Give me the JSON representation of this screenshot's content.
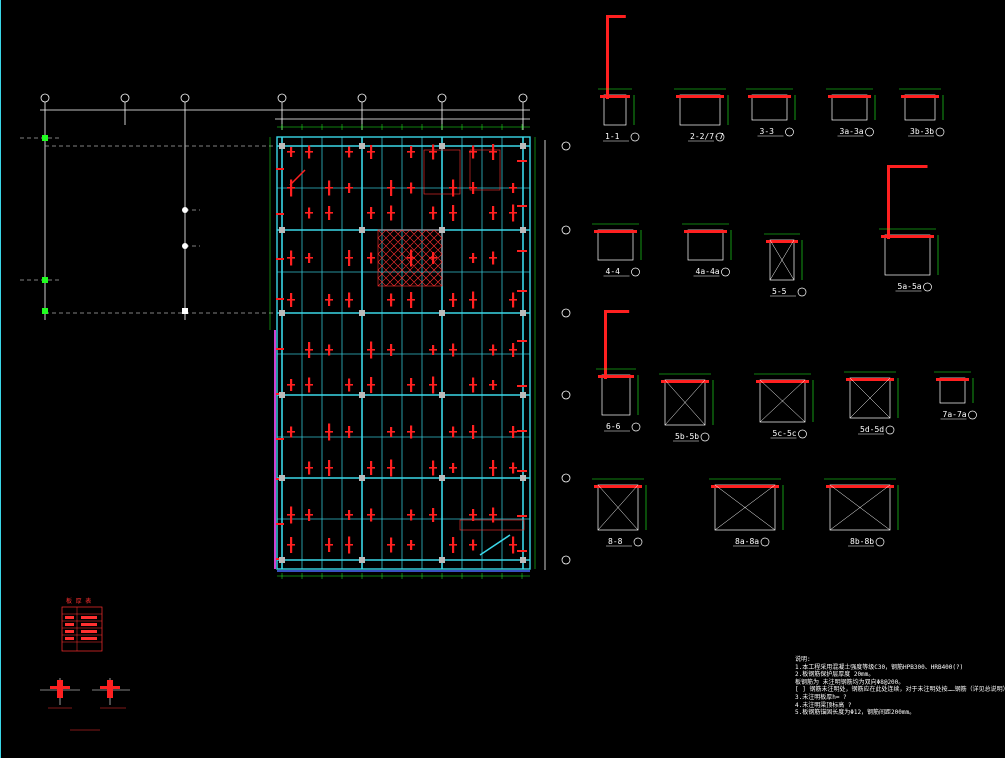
{
  "drawing": {
    "section_labels": [
      "1-1",
      "2-2/7-7",
      "3-3",
      "3a-3a",
      "3b-3b",
      "4-4",
      "4a-4a",
      "5-5",
      "5a-5a",
      "6-6",
      "5b-5b",
      "5c-5c",
      "5d-5d",
      "7a-7a",
      "8-8",
      "8a-8a",
      "8b-8b"
    ],
    "notes_heading": "说明:",
    "notes": [
      "1.本工程采用混凝土强度等级C30，钢筋HPB300、HRB400(?)",
      "2.板钢筋保护层厚度 20mm。",
      "   板钢筋为    未注明钢筋均为双向Φ8@200。",
      "   [ ] 钢筋未注明处，钢筋应在此处连续，对于未注明处按……钢筋（详见总说明）。",
      "3.未注明板厚h=  ?",
      "4.未注明梁顶标高  ?",
      "5.板钢筋锚固长度为Φ12，钢筋间距200mm。"
    ],
    "legend_title": "板 厚 表",
    "colors": {
      "red": "#ff2020",
      "green": "#20ff20",
      "cyan": "#3ad7e8",
      "white": "#ffffff",
      "magenta": "#d040d0",
      "blue": "#4a6cff"
    }
  }
}
